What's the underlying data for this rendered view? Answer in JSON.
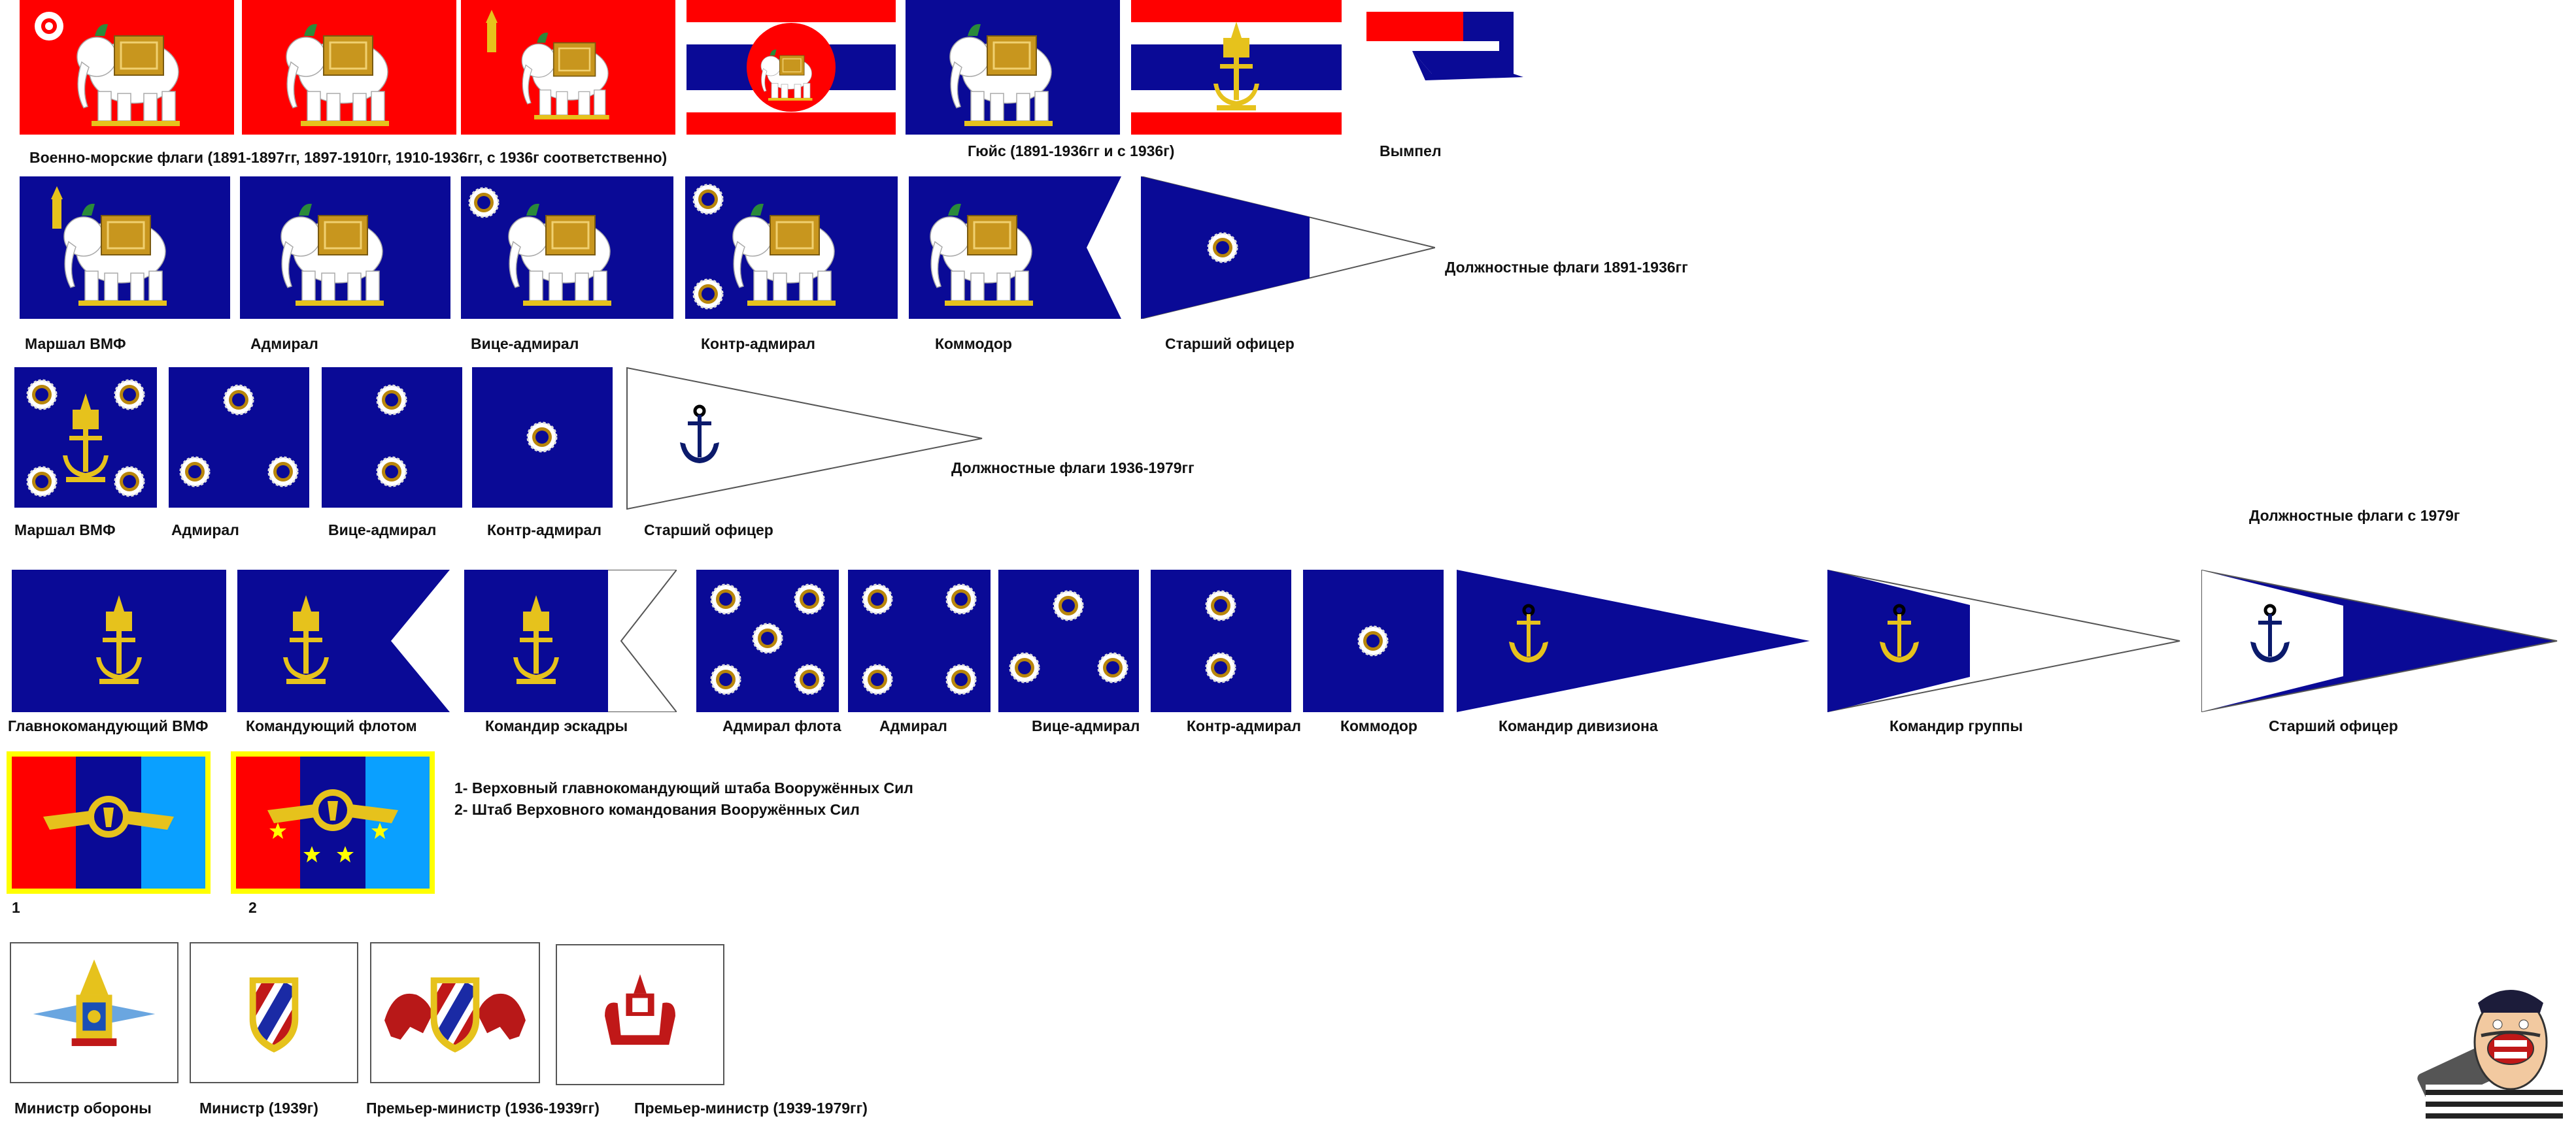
{
  "colors": {
    "red": "#ff0000",
    "navy": "#0a0a96",
    "white": "#ffffff",
    "gold": "#e6c21c",
    "light_blue": "#0aa0ff",
    "yellow_border": "#ffff00",
    "anchor_dark": "#0b1a6b"
  },
  "row1": {
    "naval_flags_label": "Военно-морские флаги (1891-1897гг,  1897-1910гг,  1910-1936гг, с 1936г соответственно)",
    "jack_label": "Гюйс (1891-1936гг и с 1936г)",
    "pennant_label": "Вымпел"
  },
  "row2": {
    "caption": "Должностные флаги 1891-1936гг",
    "labels": [
      "Маршал ВМФ",
      "Адмирал",
      "Вице-адмирал",
      "Контр-адмирал",
      "Коммодор",
      "Старший офицер"
    ]
  },
  "row3": {
    "caption": "Должностные флаги 1936-1979гг",
    "labels": [
      "Маршал ВМФ",
      "Адмирал",
      "Вице-адмирал",
      "Контр-адмирал",
      "Старший офицер"
    ]
  },
  "row4": {
    "caption": "Должностные флаги с 1979г",
    "labels": [
      "Главнокомандующий ВМФ",
      "Командующий флотом",
      "Командир эскадры",
      "Адмирал флота",
      "Адмирал",
      "Вице-адмирал",
      "Контр-адмирал",
      "Коммодор",
      "Командир дивизиона",
      "Командир группы",
      "Старший офицер"
    ]
  },
  "row5": {
    "legend_1": "1- Верховный главнокомандующий  штаба Вооружённых Сил",
    "legend_2": "2- Штаб Верховного командования Вооружённых Сил",
    "num_1": "1",
    "num_2": "2"
  },
  "row6": {
    "labels": [
      "Министр обороны",
      "Министр (1939г)",
      "Премьер-министр (1936-1939гг)",
      "Премьер-министр (1939-1979гг)"
    ]
  }
}
